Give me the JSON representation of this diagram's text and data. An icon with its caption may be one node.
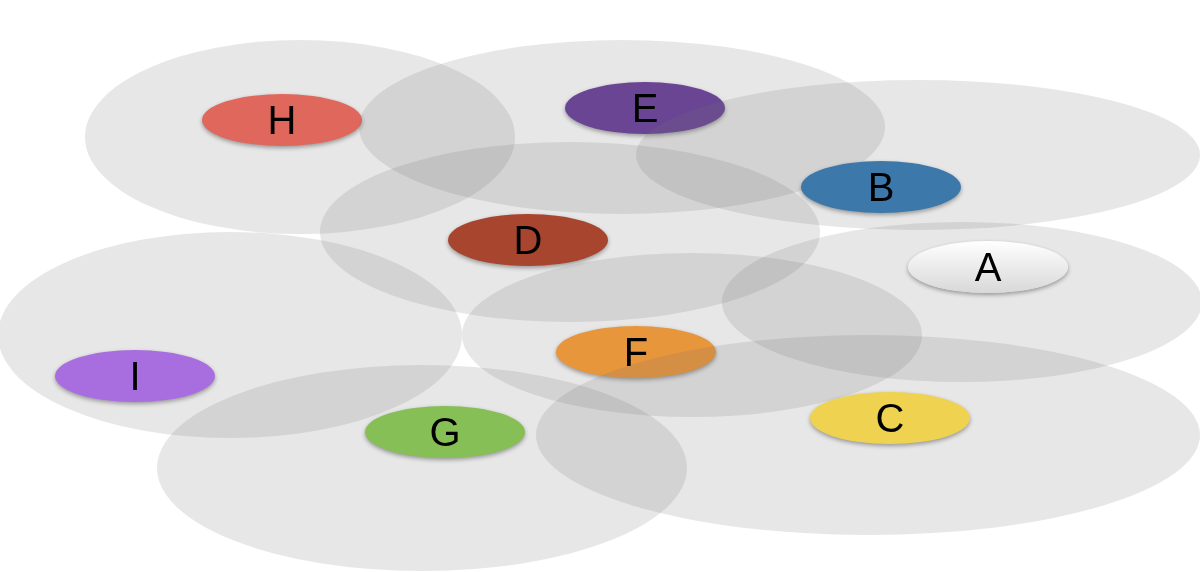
{
  "diagram": {
    "nodes": [
      {
        "text": [],
        "shape": "ellipse"
      },
      {
        "text": [],
        "shape": "ellipse"
      },
      {
        "text": [],
        "shape": "ellipse"
      },
      {
        "text": [],
        "shape": "ellipse"
      },
      {
        "text": [],
        "shape": "ellipse"
      },
      {
        "text": [],
        "shape": "ellipse"
      },
      {
        "text": [],
        "shape": "ellipse"
      },
      {
        "text": [],
        "shape": "ellipse"
      },
      {
        "text": [],
        "shape": "ellipse"
      },
      {
        "text": [
          "H"
        ],
        "in": 0
      },
      {
        "text": [
          "E"
        ],
        "in": 1
      },
      {
        "text": [
          "B"
        ],
        "in": 2
      },
      {
        "text": [
          "D"
        ],
        "in": 3
      },
      {
        "text": [
          "A"
        ],
        "in": 6
      },
      {
        "text": [
          "F"
        ],
        "in": 5
      },
      {
        "text": [
          "I"
        ],
        "in": 4
      },
      {
        "text": [
          "C"
        ],
        "in": 8
      },
      {
        "text": [
          "G"
        ],
        "in": 7
      }
    ],
    "edges": []
  }
}
